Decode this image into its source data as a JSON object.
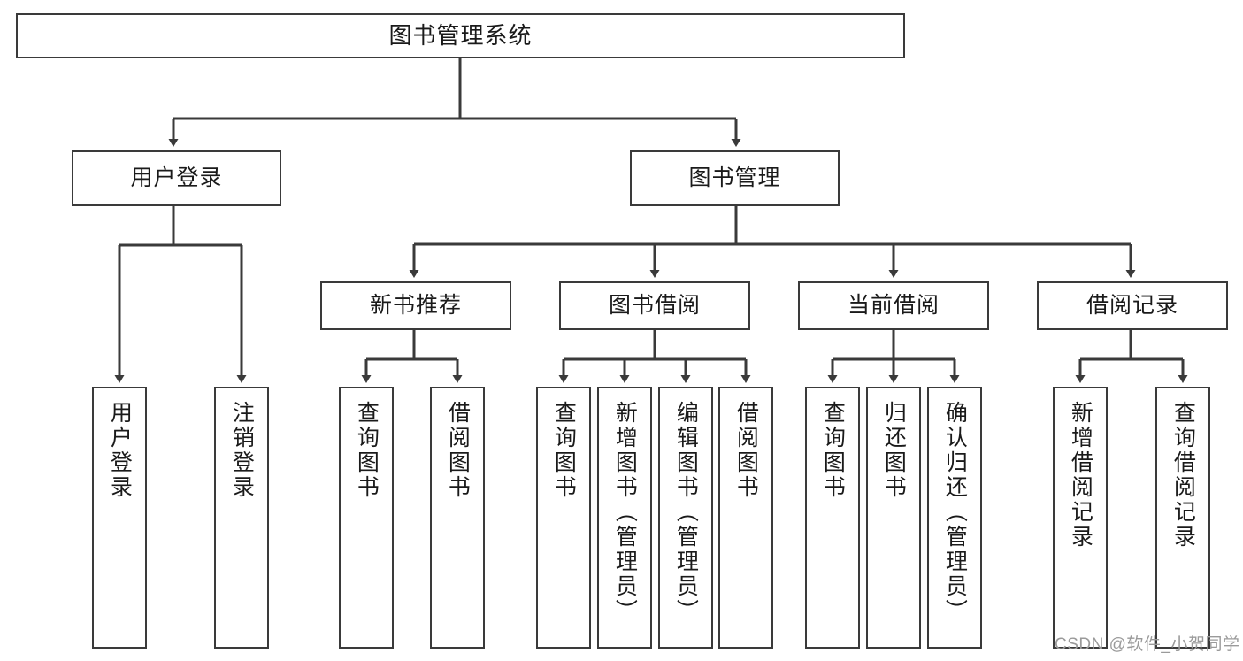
{
  "diagram": {
    "title": "图书管理系统",
    "colors": {
      "stroke": "#3a3a3a",
      "fill": "#ffffff",
      "text": "#1a1a1a",
      "watermark": "#9a9a9a"
    },
    "root": {
      "label": "图书管理系统"
    },
    "level2": [
      {
        "label": "用户登录"
      },
      {
        "label": "图书管理"
      }
    ],
    "level3": [
      {
        "label": "新书推荐"
      },
      {
        "label": "图书借阅"
      },
      {
        "label": "当前借阅"
      },
      {
        "label": "借阅记录"
      }
    ],
    "leaves": [
      {
        "label": "用户登录"
      },
      {
        "label": "注销登录"
      },
      {
        "label": "查询图书"
      },
      {
        "label": "借阅图书"
      },
      {
        "label": "查询图书"
      },
      {
        "label": "新增图书（管理员）"
      },
      {
        "label": "编辑图书（管理员）"
      },
      {
        "label": "借阅图书"
      },
      {
        "label": "查询图书"
      },
      {
        "label": "归还图书"
      },
      {
        "label": "确认归还（管理员）"
      },
      {
        "label": "新增借阅记录"
      },
      {
        "label": "查询借阅记录"
      }
    ],
    "watermark": "CSDN @软件_小贺同学"
  }
}
